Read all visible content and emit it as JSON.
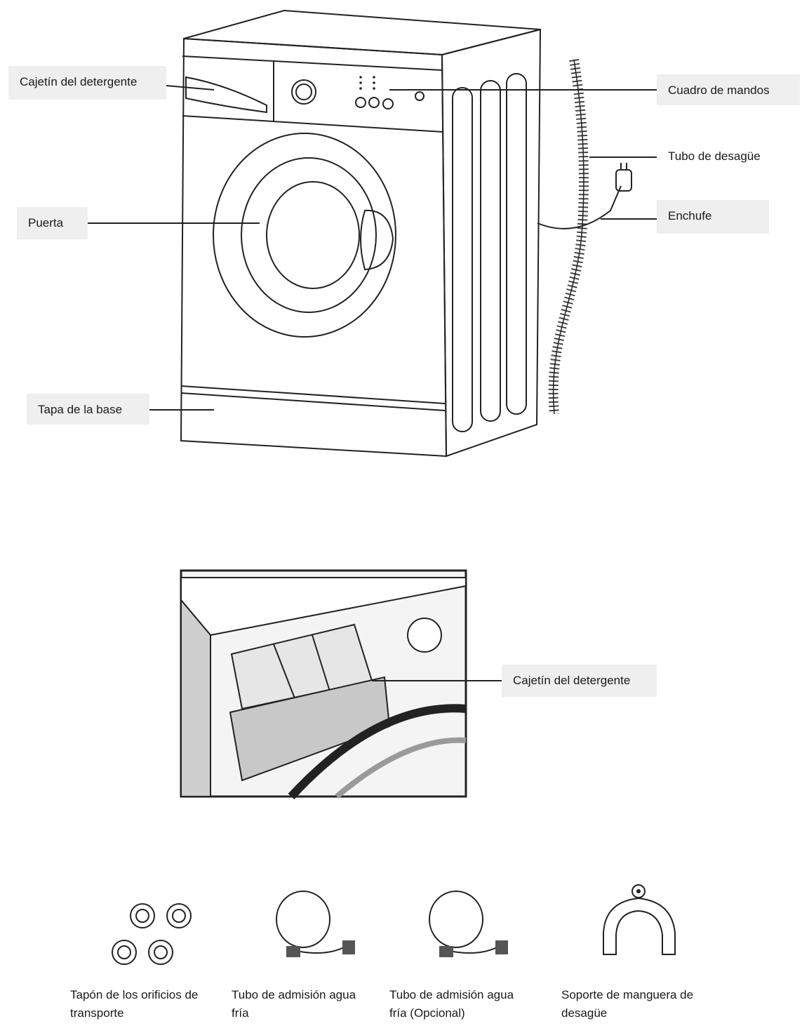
{
  "labels": {
    "detergent_drawer": "Cajetín del detergente",
    "control_panel": "Cuadro de mandos",
    "drain_hose": "Tubo de desagüe",
    "plug": "Enchufe",
    "door": "Puerta",
    "base_cover": "Tapa de la base",
    "detergent_drawer_detail": "Cajetín del detergente"
  },
  "accessories": [
    {
      "line1": "Tapón de los orificios de",
      "line2": "transporte",
      "icon": "transport-plug-icon"
    },
    {
      "line1": "Tubo de admisión agua",
      "line2": "fría",
      "icon": "inlet-hose-icon"
    },
    {
      "line1": "Tubo de admisión agua",
      "line2": "fría (Opcional)",
      "icon": "inlet-hose-optional-icon"
    },
    {
      "line1": "Soporte de manguera de",
      "line2": "desagüe",
      "icon": "hose-bracket-icon"
    }
  ],
  "colors": {
    "label_bg": "#efefef",
    "line": "#222222",
    "text": "#1a1a1a"
  }
}
